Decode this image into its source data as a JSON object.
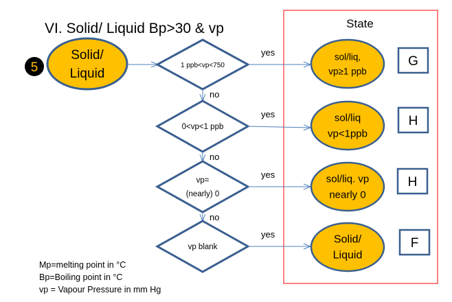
{
  "title": "VI. Solid/ Liquid Bp>30 & vp",
  "start": {
    "badge": "5",
    "line1": "Solid/",
    "line2": "Liquid"
  },
  "state_box": {
    "title": "State"
  },
  "decisions": [
    {
      "lines": [
        "1 ppb<vp<750"
      ],
      "yes": "yes",
      "no": "no"
    },
    {
      "lines": [
        "0<vp<1 ppb"
      ],
      "yes": "yes",
      "no": "no"
    },
    {
      "lines": [
        "vp=",
        "(nearly) 0"
      ],
      "yes": "yes",
      "no": "no"
    },
    {
      "lines": [
        "vp blank"
      ],
      "yes": "yes"
    }
  ],
  "outcomes": [
    {
      "lines": [
        "sol/liq,",
        "vp≥1 ppb"
      ],
      "code": "G"
    },
    {
      "lines": [
        "sol/liq",
        "vp<1ppb"
      ],
      "code": "H"
    },
    {
      "lines": [
        "sol/liq. vp",
        "nearly 0"
      ],
      "code": "H"
    },
    {
      "lines": [
        "Solid/",
        "Liquid"
      ],
      "code": "F"
    }
  ],
  "legend": [
    "Mp=melting point in °C",
    "Bp=Boiling point in °C",
    "vp = Vapour Pressure in mm  Hg"
  ],
  "colors": {
    "fill": "#FFC000",
    "stroke": "#3A5F8F",
    "arrow": "#4F81BD",
    "frame": "#FF0000"
  }
}
